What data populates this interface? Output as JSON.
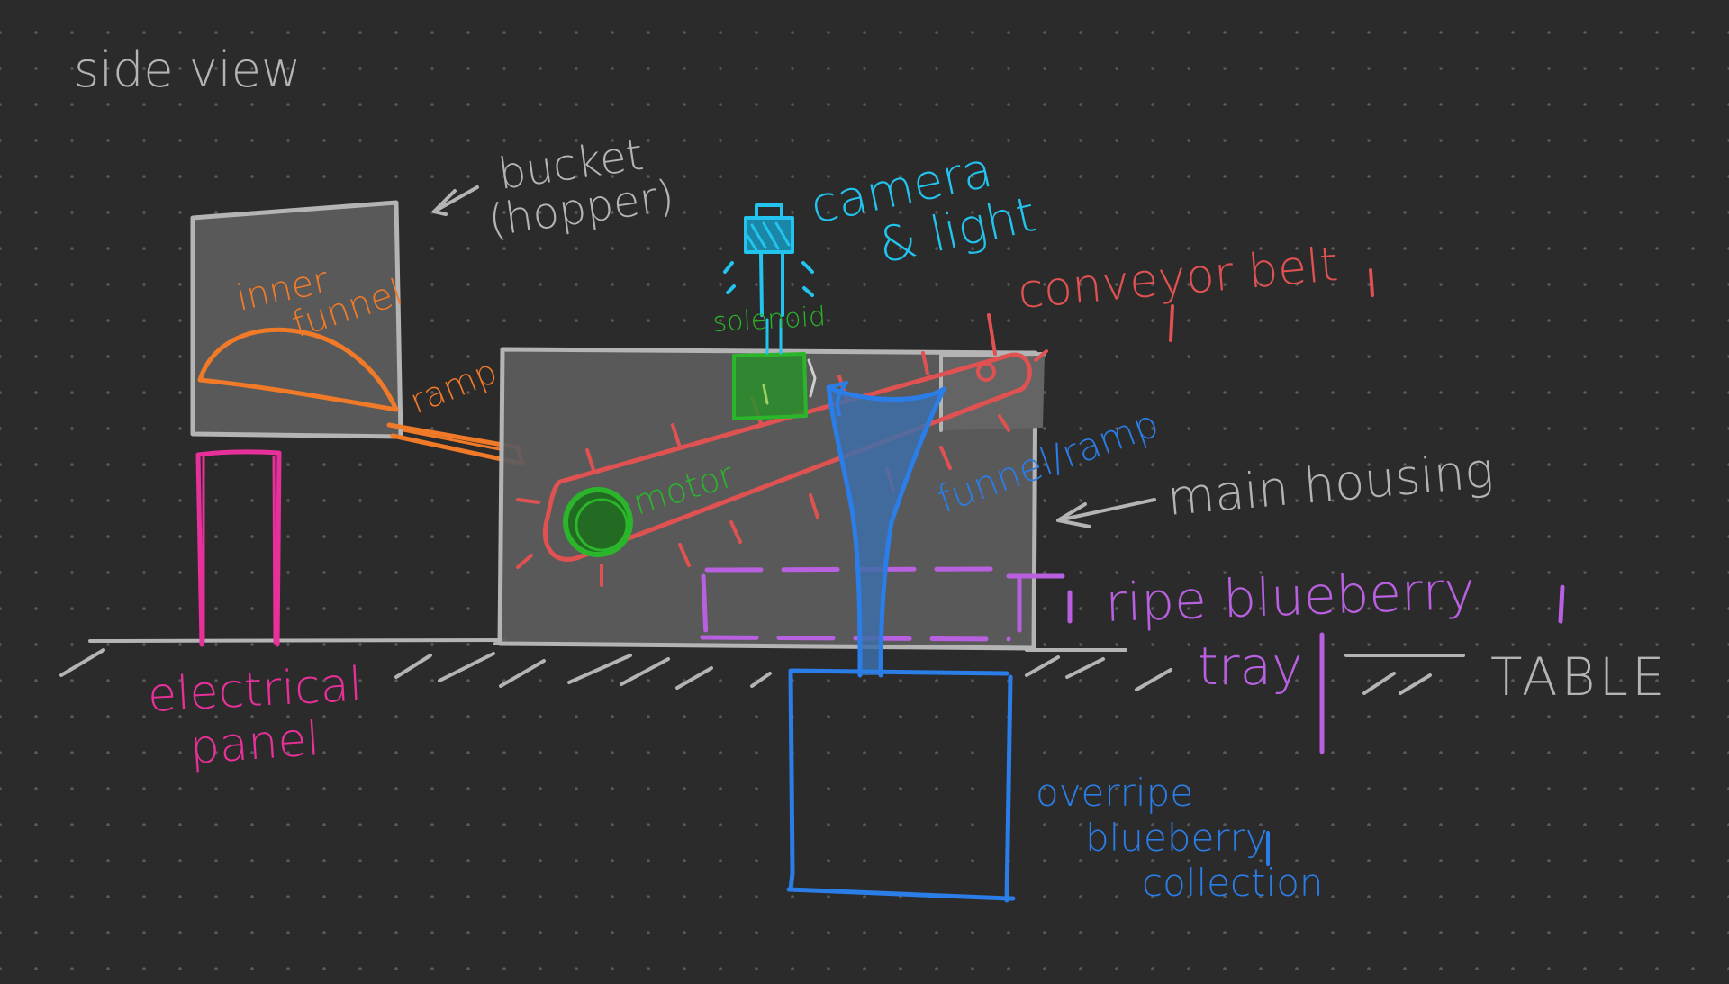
{
  "labels": {
    "title": "side view",
    "bucket_line1": "bucket",
    "bucket_line2": "(hopper)",
    "inner_funnel_line1": "inner",
    "inner_funnel_line2": "funnel",
    "ramp": "ramp",
    "camera_line1": "camera",
    "camera_line2": "& light",
    "solenoid": "solenoid",
    "conveyor_belt": "conveyor belt",
    "motor": "motor",
    "funnel_ramp": "funnel/ramp",
    "main_housing": "main housing",
    "ripe_tray_line1": "ripe blueberry",
    "ripe_tray_line2": "tray",
    "table": "TABLE",
    "electrical_panel_line1": "electrical",
    "electrical_panel_line2": "panel",
    "overripe_line1": "overripe",
    "overripe_line2": "blueberry",
    "overripe_line3": "collection"
  },
  "colors": {
    "background": "#2b2b2b",
    "gray": "#b4b4b4",
    "orange": "#f07a28",
    "cyan": "#22c4ee",
    "green": "#2ab52a",
    "red": "#e05252",
    "blue": "#2b7de8",
    "purple": "#b860e0",
    "pink": "#e8309a"
  }
}
